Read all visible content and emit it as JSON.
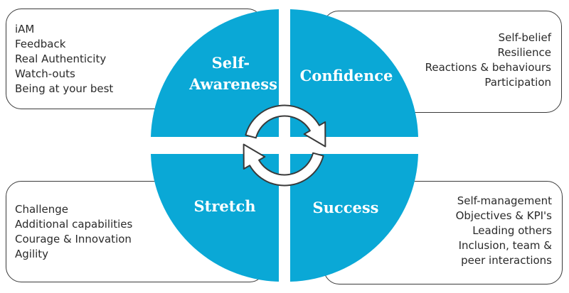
{
  "quadrants": {
    "top_left": {
      "title": [
        "Self-",
        "Awareness"
      ],
      "items": [
        "iAM",
        "Feedback",
        "Real Authenticity",
        "Watch-outs",
        "Being at your best"
      ]
    },
    "top_right": {
      "title": [
        "Confidence"
      ],
      "items": [
        "Self-belief",
        "Resilience",
        "Reactions & behaviours",
        "Participation"
      ]
    },
    "bottom_left": {
      "title": [
        "Stretch"
      ],
      "items": [
        "Challenge",
        "Additional capabilities",
        "Courage & Innovation",
        "Agility"
      ]
    },
    "bottom_right": {
      "title": [
        "Success"
      ],
      "items": [
        "Self-management",
        "Objectives & KPI's",
        "Leading others",
        "Inclusion, team &",
        "peer interactions"
      ]
    }
  },
  "colors": {
    "wheel": "#0aa8d6",
    "outline": "#3a3a3a",
    "text": "#2a2a2a",
    "cycle_fill": "#ffffff"
  },
  "center_icon": "cycle-arrows-icon"
}
